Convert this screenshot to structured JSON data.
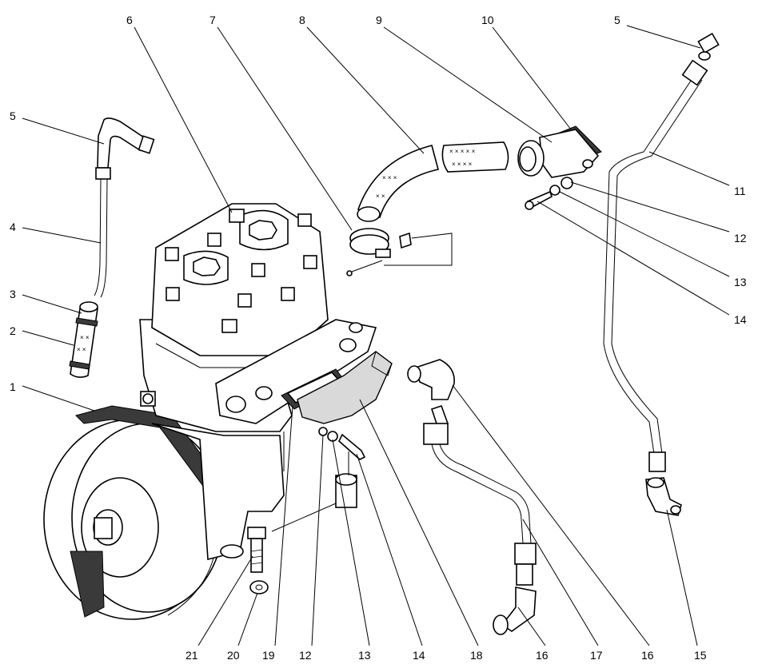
{
  "callouts": {
    "c1": "1",
    "c2": "2",
    "c3": "3",
    "c4": "4",
    "c5a": "5",
    "c5b": "5",
    "c6": "6",
    "c7": "7",
    "c8": "8",
    "c9": "9",
    "c10": "10",
    "c11": "11",
    "c12a": "12",
    "c13a": "13",
    "c14a": "14",
    "c12b": "12",
    "c13b": "13",
    "c14b": "14",
    "c15": "15",
    "c16a": "16",
    "c16b": "16",
    "c17": "17",
    "c18": "18",
    "c19": "19",
    "c20": "20",
    "c21": "21"
  }
}
